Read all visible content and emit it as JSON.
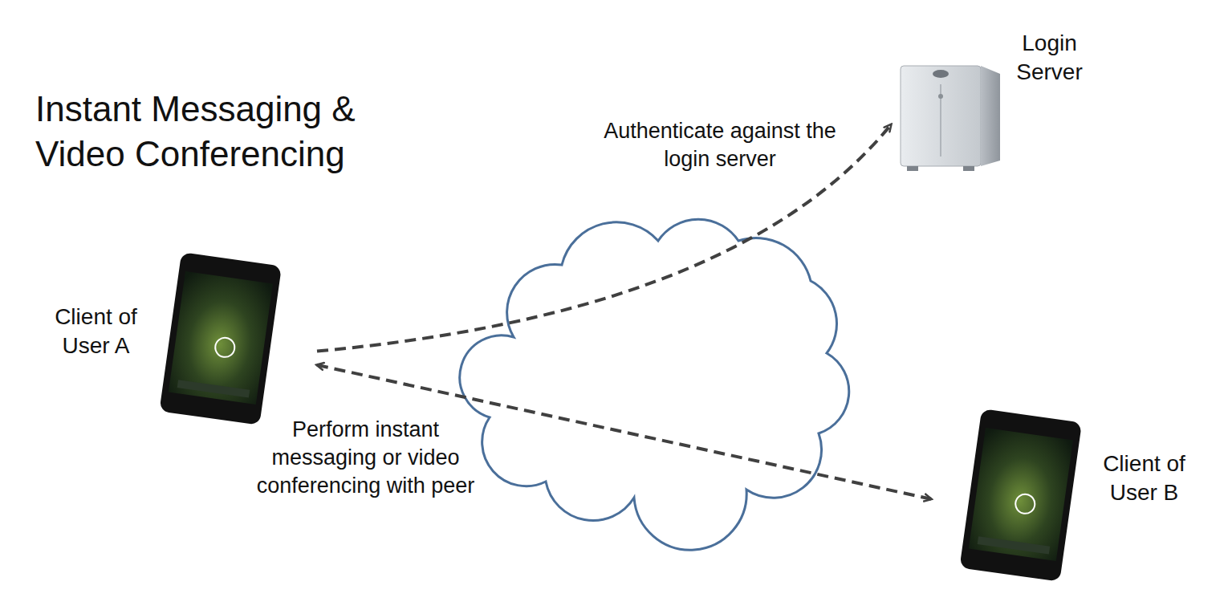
{
  "diagram": {
    "title": "Instant Messaging & Video Conferencing",
    "nodes": [
      {
        "text": [
          "Login Server"
        ]
      },
      {
        "text": [
          "Client of User A"
        ]
      },
      {
        "text": [
          "Client of User B"
        ]
      }
    ],
    "edges": [
      {
        "from": 1,
        "to": 0,
        "arrow": "to",
        "label": "Authenticate against the login server"
      },
      {
        "from": 1,
        "to": 2,
        "arrow": "both",
        "label": "Perform instant messaging or video conferencing with peer"
      }
    ]
  }
}
